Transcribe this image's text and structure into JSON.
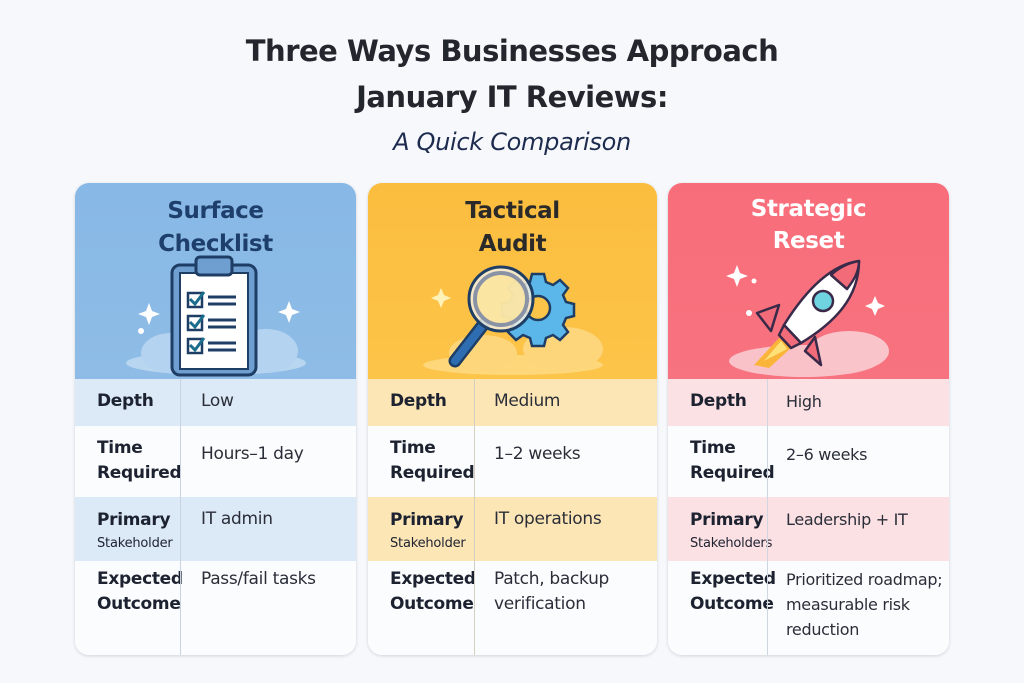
{
  "header": {
    "title_line1": "Three Ways Businesses Approach",
    "title_line2": "January IT Reviews:",
    "subtitle": "A Quick Comparison"
  },
  "colors": {
    "surface_checklist": "#8ebce6",
    "tactical_audit": "#fcc449",
    "strategic_reset": "#f7737f",
    "background": "#f6f8fb"
  },
  "row_labels": {
    "depth": "Depth",
    "time_line1": "Time",
    "time_line2": "Required",
    "stakeholder_line1": "Primary",
    "outcome_line1": "Expected",
    "outcome_line2": "Outcome"
  },
  "cards": [
    {
      "title_line1": "Surface",
      "title_line2": "Checklist",
      "icon": "clipboard-checklist-icon",
      "stakeholder_line2": "Stakeholder",
      "depth": "Low",
      "time": "Hours–1 day",
      "stakeholder": "IT admin",
      "outcome_line1": "Pass/fail tasks",
      "outcome_line2": "",
      "outcome_line3": ""
    },
    {
      "title_line1": "Tactical",
      "title_line2": "Audit",
      "icon": "magnifier-gear-icon",
      "stakeholder_line2": "Stakeholder",
      "depth": "Medium",
      "time": "1–2 weeks",
      "stakeholder": "IT operations",
      "outcome_line1": "Patch, backup",
      "outcome_line2": "verification",
      "outcome_line3": ""
    },
    {
      "title_line1": "Strategic",
      "title_line2": "Reset",
      "icon": "rocket-icon",
      "stakeholder_line2": "Stakeholders",
      "depth": "High",
      "time": "2–6 weeks",
      "stakeholder": "Leadership + IT",
      "outcome_line1": "Prioritized roadmap;",
      "outcome_line2": "measurable risk",
      "outcome_line3": "reduction"
    }
  ]
}
